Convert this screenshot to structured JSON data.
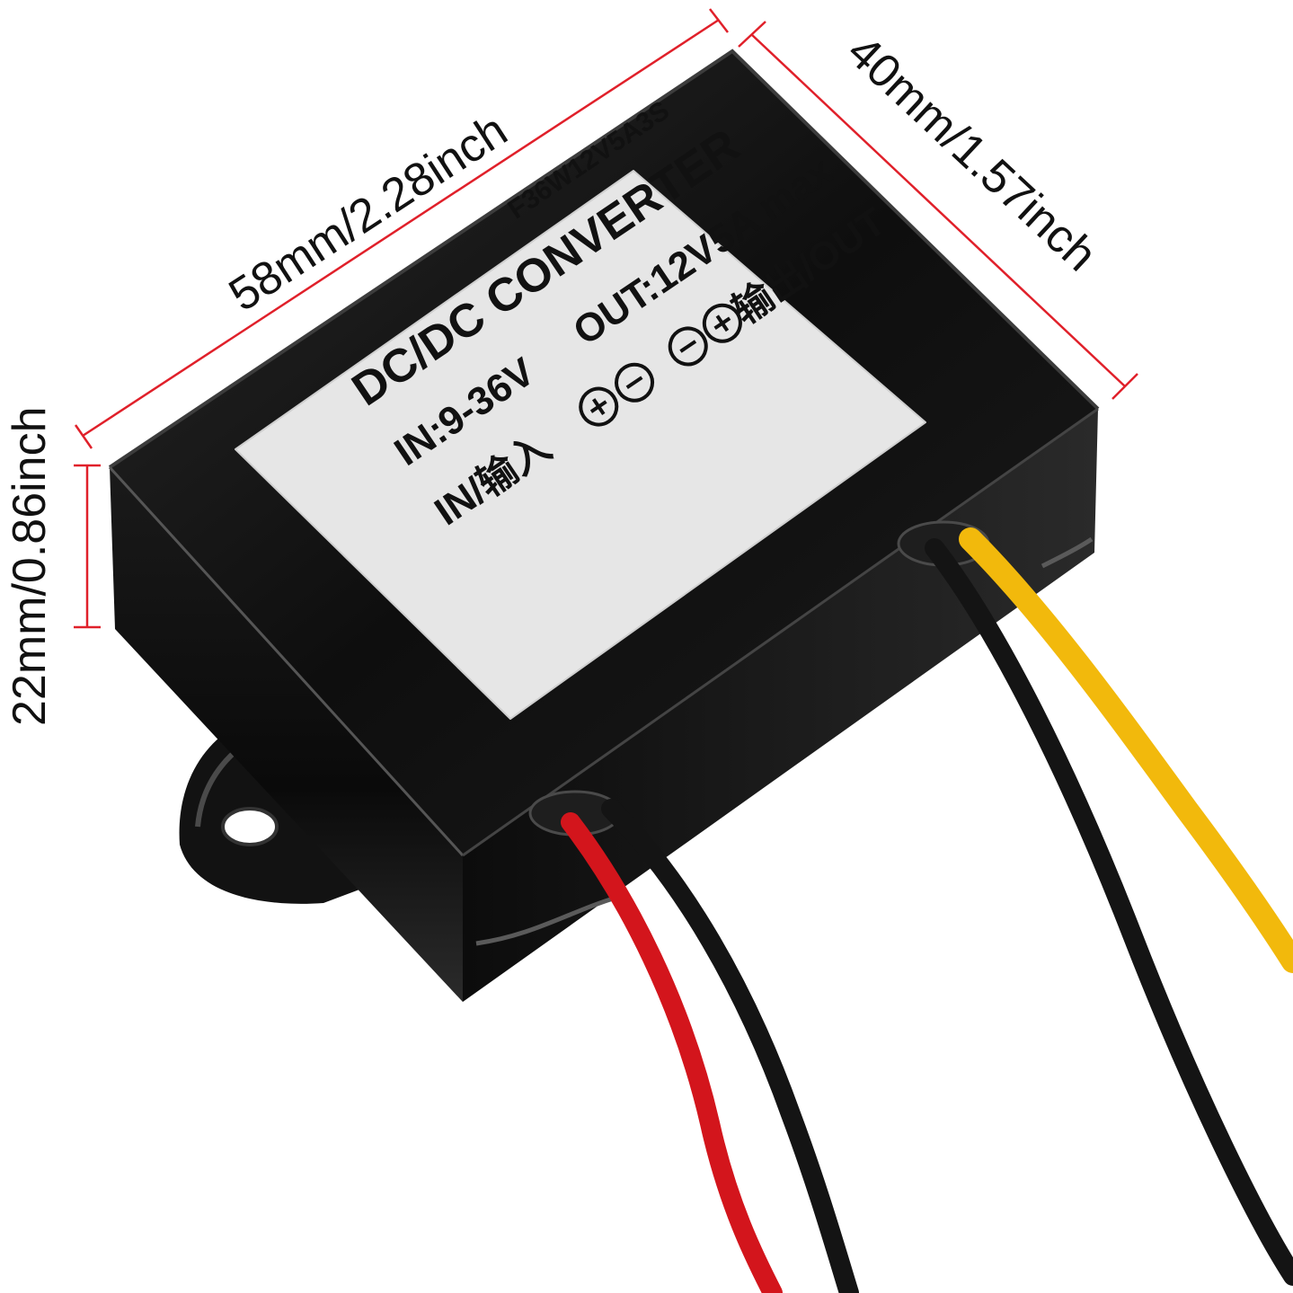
{
  "dimensions": {
    "length": "58mm/2.28inch",
    "width": "40mm/1.57inch",
    "height": "22mm/0.86inch"
  },
  "label": {
    "model": "F36W12V5A3S",
    "title": "DC/DC CONVERTER",
    "output_spec": "OUT:12V5A max",
    "input_spec": "IN:9-36V",
    "output_terminal": "输出/OUT",
    "input_terminal": "IN/输入"
  },
  "colors": {
    "dimension_line": "#e0202a",
    "housing": "#111111",
    "label_sticker": "#e6e6e6",
    "wire_red": "#d3151c",
    "wire_black": "#141414",
    "wire_yellow": "#f2b90c"
  }
}
